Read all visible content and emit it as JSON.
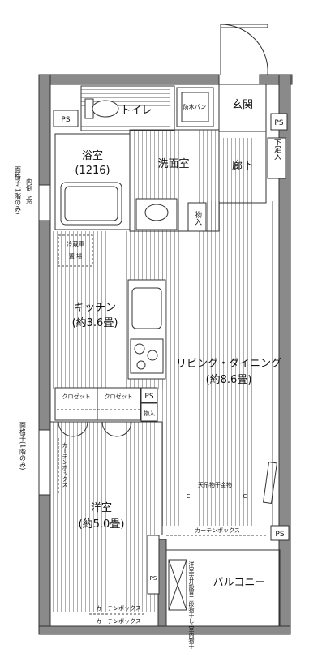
{
  "rooms": {
    "toilet": "トイレ",
    "entrance": "玄関",
    "bath": "浴室",
    "bath_size": "(1216)",
    "washroom": "洗面室",
    "hallway": "廊下",
    "shoe_storage": "下足入",
    "storage": "物入",
    "storage_small": "物入",
    "kitchen": "キッチン",
    "kitchen_size": "(約3.6畳)",
    "living": "リビング・ダイニング",
    "living_size": "(約8.6畳)",
    "western": "洋室",
    "western_size": "(約5.0畳)",
    "balcony": "バルコニー"
  },
  "labels": {
    "ps1": "PS",
    "ps2": "PS",
    "ps3": "PS",
    "ps4": "PS",
    "ps5": "PS",
    "closet1": "クロゼット",
    "closet2": "クロゼット",
    "washer_pan": "防水パン",
    "fridge1": "冷蔵庫",
    "fridge2": "置 場",
    "curtain_box1": "カーテンボックス",
    "curtain_box2": "カーテンボックス",
    "curtain_box3": "カーテンボックス",
    "curtain_box4": "カーテンボックス",
    "drying_hooks": "天吊物干金物",
    "c1": "C",
    "c2": "C",
    "balcony_note": "洋室天井設置二段物干し(室内物干ラック天吊)"
  },
  "side": {
    "grille_top": "面格子(1階のみ)",
    "window_note": "内倒し窓",
    "grille_bottom": "面格子(1階のみ)"
  },
  "colors": {
    "wall": "#8a8a8a",
    "line": "#333333",
    "hatch": "#9a9a9a"
  }
}
